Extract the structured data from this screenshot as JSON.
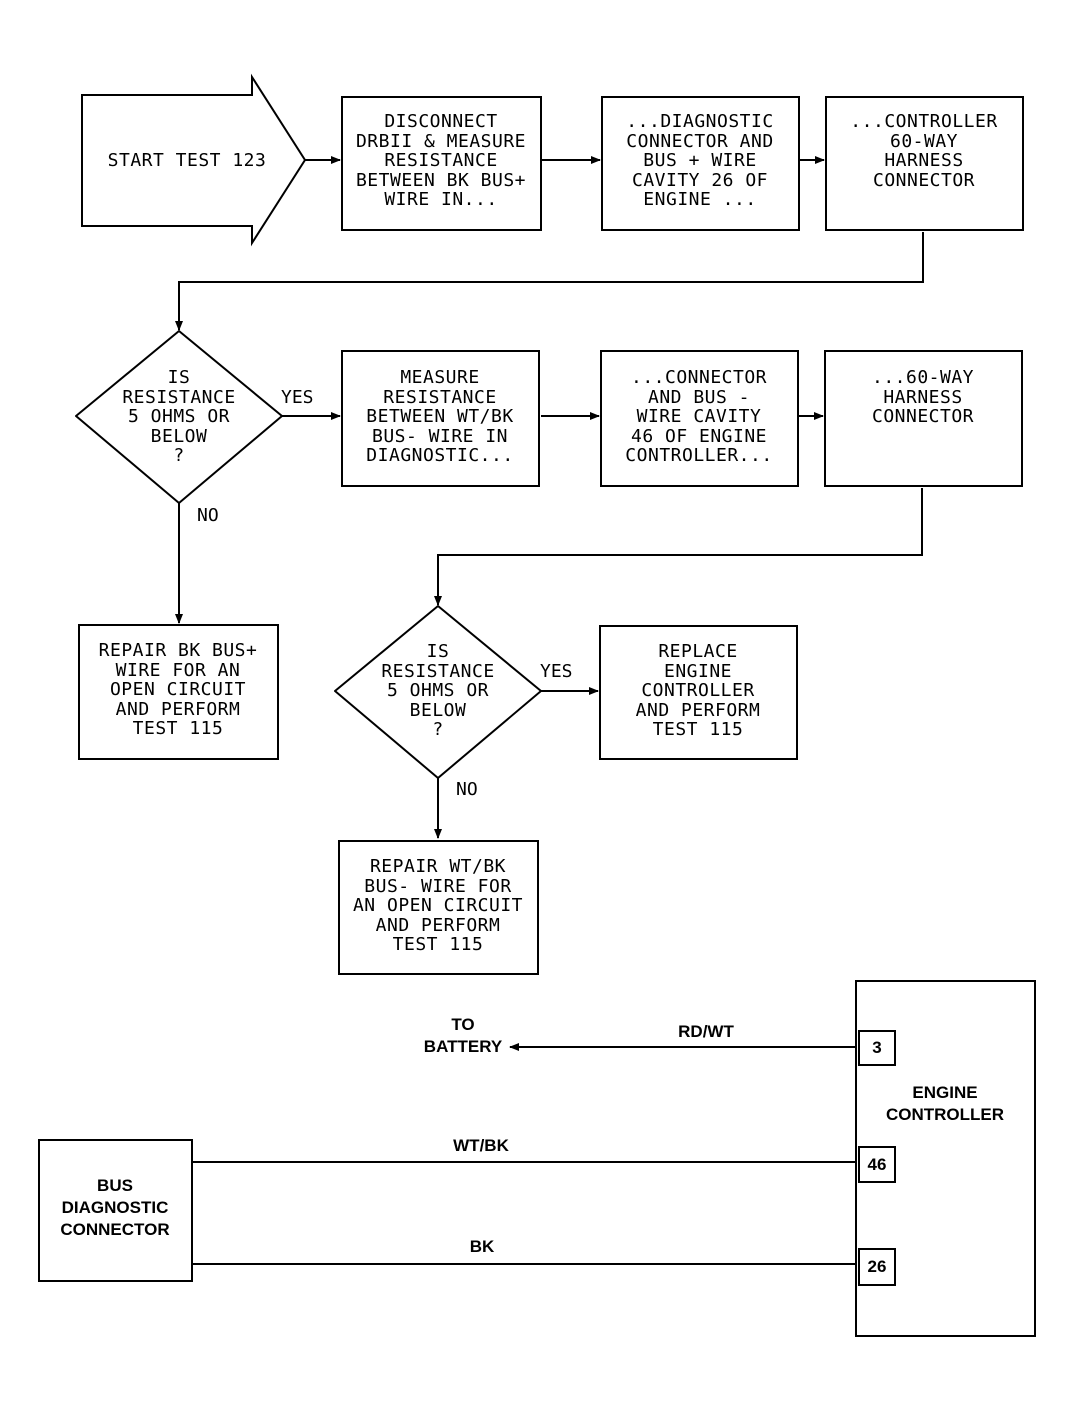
{
  "flowchart": {
    "start": "START TEST 123",
    "row1": {
      "step1": "DISCONNECT\nDRBII & MEASURE\nRESISTANCE\nBETWEEN BK BUS+\nWIRE IN...",
      "step2": "...DIAGNOSTIC\nCONNECTOR AND\nBUS + WIRE\nCAVITY 26 OF\nENGINE ...",
      "step3": "...CONTROLLER\n60-WAY\nHARNESS\nCONNECTOR"
    },
    "decision1": "IS\nRESISTANCE\n5 OHMS OR\nBELOW\n?",
    "decision1_yes": "YES",
    "decision1_no": "NO",
    "row2": {
      "step1": "MEASURE\nRESISTANCE\nBETWEEN WT/BK\nBUS- WIRE IN\nDIAGNOSTIC...",
      "step2": "...CONNECTOR\nAND BUS -\nWIRE CAVITY\n46 OF ENGINE\nCONTROLLER...",
      "step3": "...60-WAY\nHARNESS\nCONNECTOR"
    },
    "repair1": "REPAIR BK BUS+\nWIRE FOR AN\nOPEN CIRCUIT\nAND PERFORM\nTEST 115",
    "decision2": "IS\nRESISTANCE\n5 OHMS OR\nBELOW\n?",
    "decision2_yes": "YES",
    "decision2_no": "NO",
    "replace": "REPLACE\nENGINE\nCONTROLLER\nAND PERFORM\nTEST 115",
    "repair2": "REPAIR WT/BK\nBUS- WIRE FOR\nAN OPEN CIRCUIT\nAND PERFORM\nTEST 115"
  },
  "wiring": {
    "battery": "TO\nBATTERY",
    "wire_rdwt": "RD/WT",
    "wire_wtbk": "WT/BK",
    "wire_bk": "BK",
    "engine_controller": "ENGINE\nCONTROLLER",
    "bus_connector": "BUS\nDIAGNOSTIC\nCONNECTOR",
    "pin_3": "3",
    "pin_46": "46",
    "pin_26": "26"
  }
}
